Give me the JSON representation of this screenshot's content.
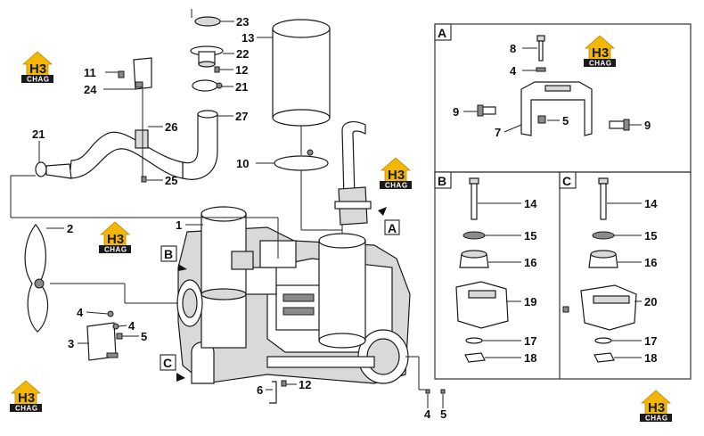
{
  "diagram": {
    "callouts": {
      "c23": "23",
      "c13": "13",
      "c22": "22",
      "c12a": "12",
      "c21a": "21",
      "c11": "11",
      "c24": "24",
      "c27": "27",
      "c26": "26",
      "c21b": "21",
      "c25": "25",
      "c10": "10",
      "c1": "1",
      "c2": "2",
      "c4a": "4",
      "c4b": "4",
      "c5a": "5",
      "c3": "3",
      "c6": "6",
      "c12b": "12",
      "c4c": "4",
      "c5b": "5",
      "a8": "8",
      "a4": "4",
      "a9a": "9",
      "a5": "5",
      "a9b": "9",
      "a7": "7",
      "b14": "14",
      "b15": "15",
      "b16": "16",
      "b19": "19",
      "b17": "17",
      "b18": "18",
      "cc14": "14",
      "cc15": "15",
      "cc16": "16",
      "cc20": "20",
      "cc17": "17",
      "cc18": "18"
    },
    "view_tags": {
      "a": "A",
      "b": "B",
      "c": "C"
    },
    "detail_boxes": {
      "a": "A",
      "b": "B",
      "c": "C"
    },
    "logo_text": "CHAG",
    "logo_mark": "H3"
  }
}
